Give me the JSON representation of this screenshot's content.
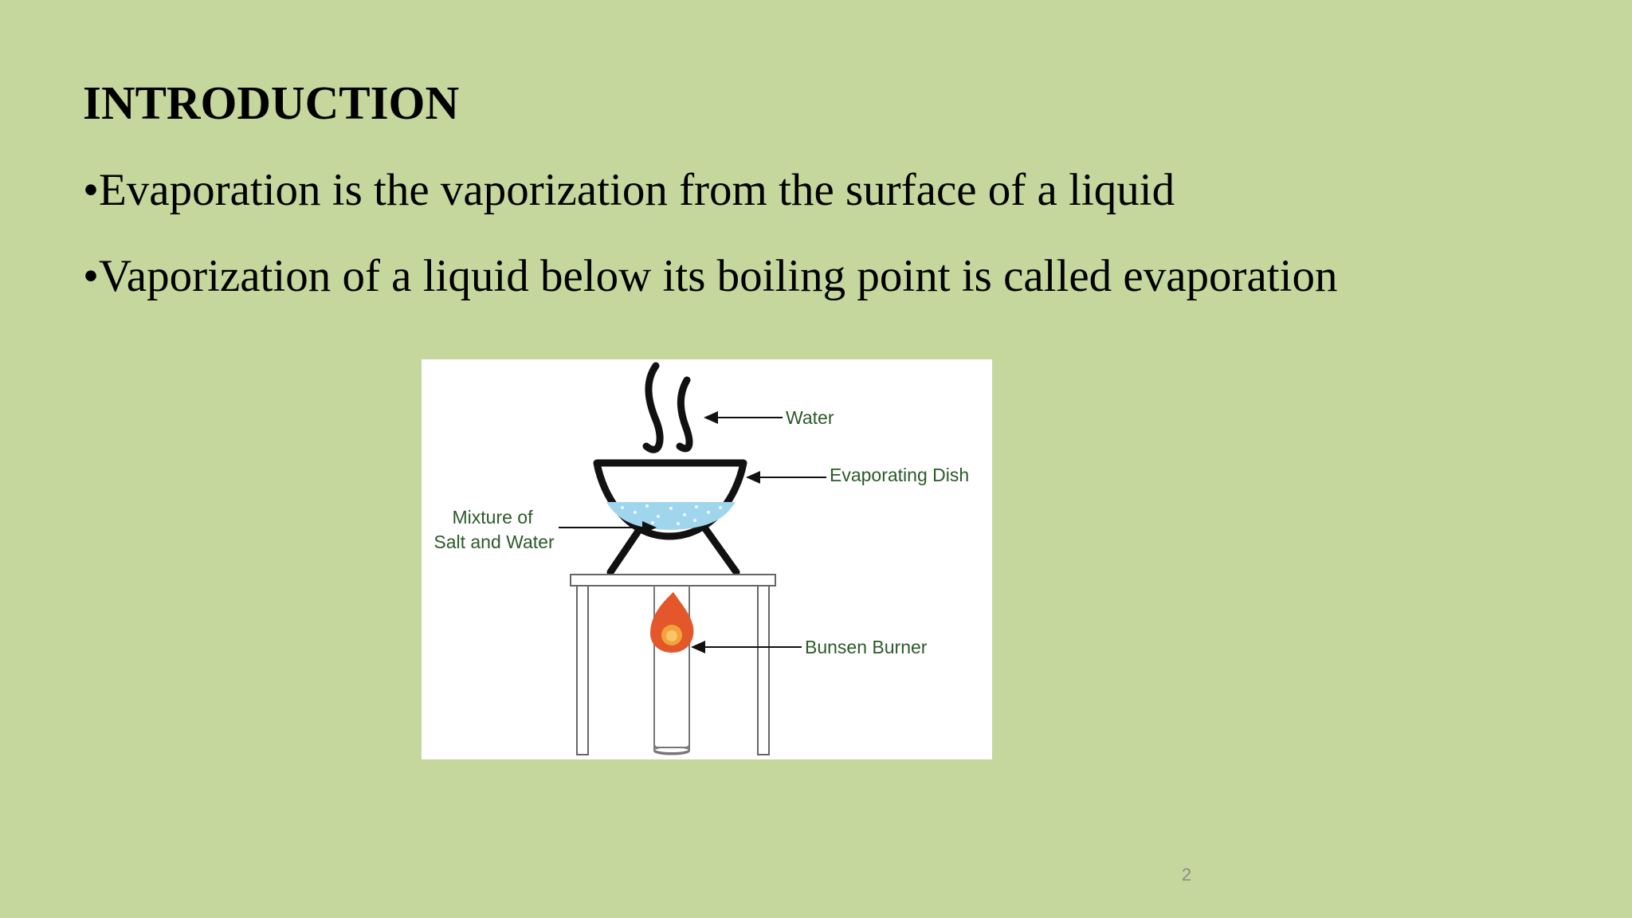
{
  "slide": {
    "title": "INTRODUCTION",
    "bullets": [
      "•Evaporation is the vaporization from the surface of a liquid",
      "•Vaporization of a liquid below its boiling point is called evaporation"
    ],
    "page_number": "2"
  },
  "diagram": {
    "labels": {
      "water": "Water",
      "evaporating_dish": "Evaporating Dish",
      "mixture_line1": "Mixture of",
      "mixture_line2": "Salt and Water",
      "bunsen_burner": "Bunsen Burner"
    },
    "colors": {
      "label_text": "#2c5a2a",
      "flame_outer": "#e3572b",
      "flame_inner": "#f4a33a",
      "liquid": "#9fd6ee",
      "outline": "#111111"
    }
  },
  "theme": {
    "background": "#c5d79d"
  }
}
